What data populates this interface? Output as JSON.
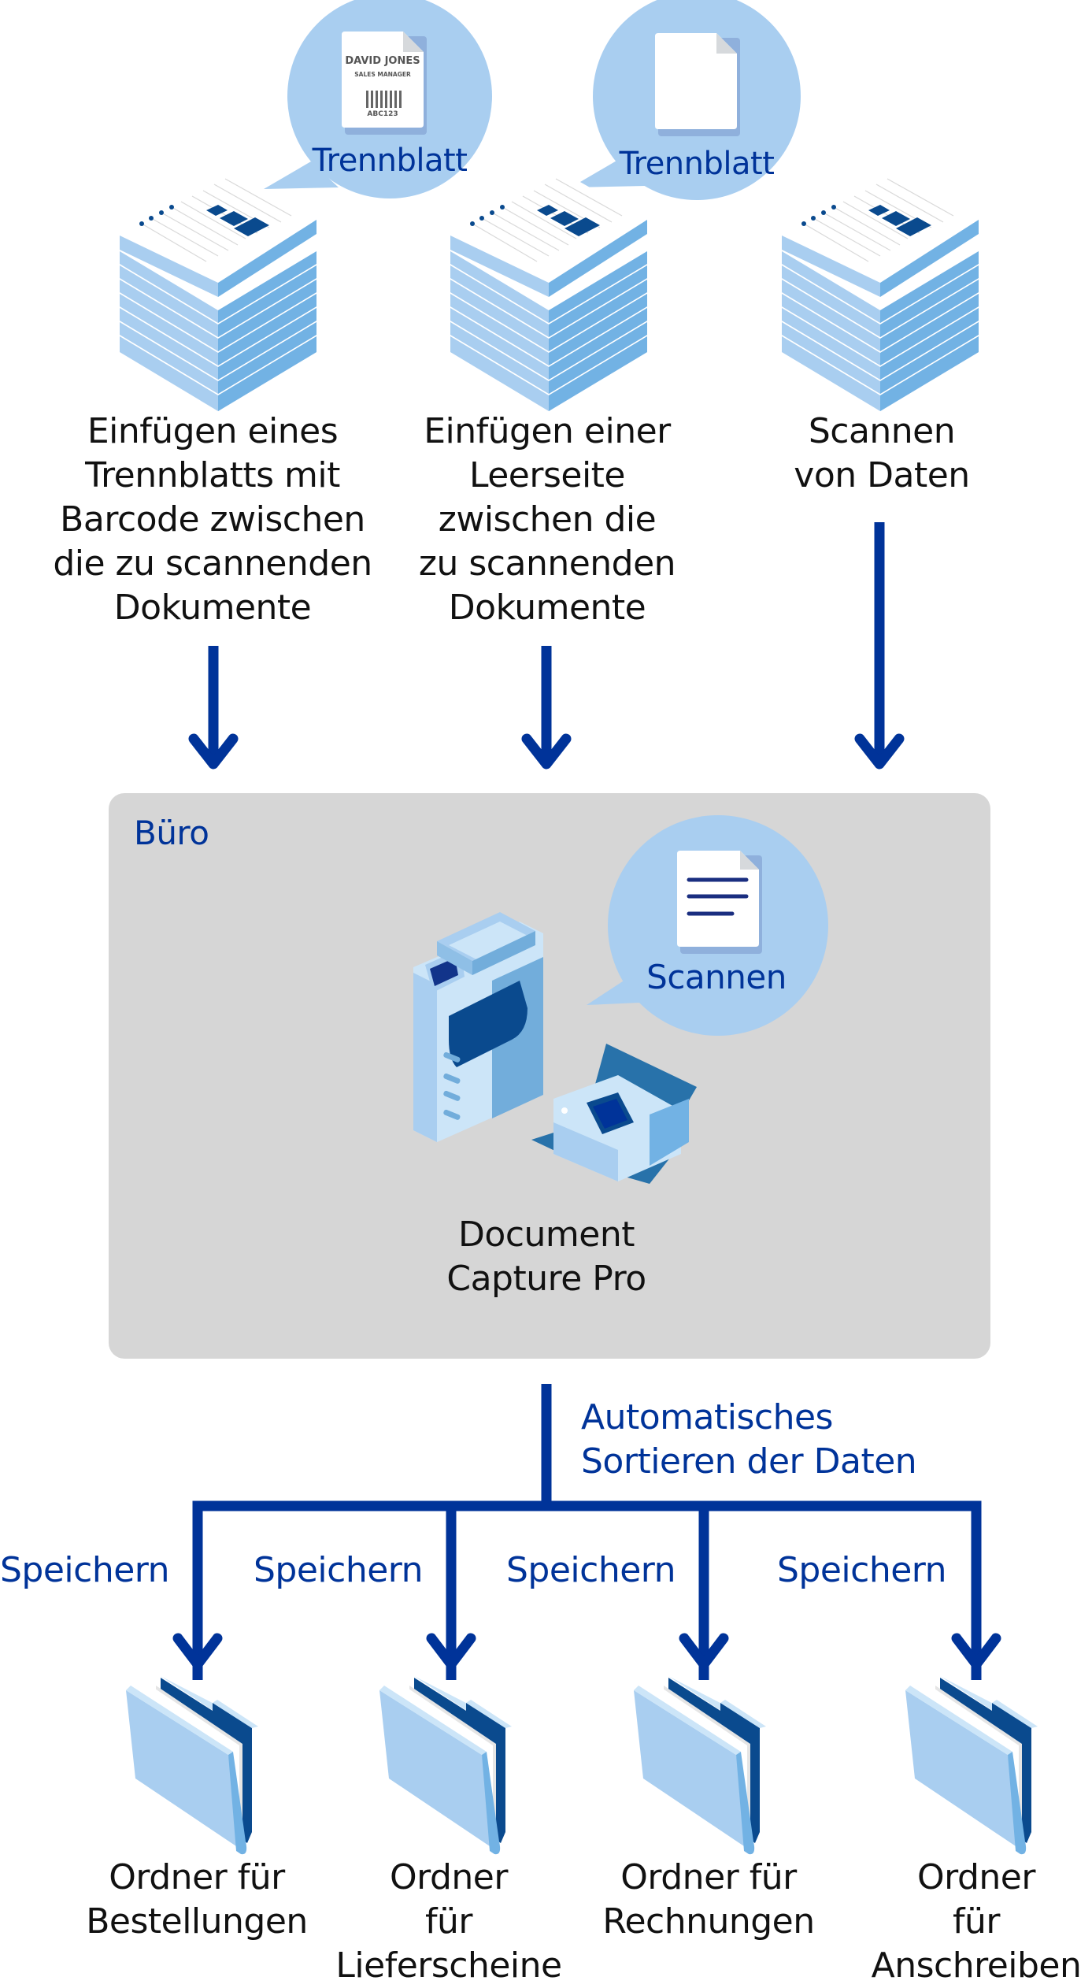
{
  "colors": {
    "primary_blue": "#003399",
    "dark_blue": "#0a4a8e",
    "light_blue": "#a9cef0",
    "mid_blue": "#72b2e4",
    "pale_blue": "#cce5f8",
    "office_bg": "#d6d6d6",
    "text_black": "#111111"
  },
  "inputs": [
    {
      "id": "barcode-sheet",
      "bubble_label": "Trennblatt",
      "sheet": {
        "name": "DAVID JONES",
        "title": "SALES MANAGER",
        "code": "ABC123"
      },
      "description_lines": [
        "Einfügen eines",
        "Trennblatts mit",
        "Barcode zwischen",
        "die zu scannenden",
        "Dokumente"
      ]
    },
    {
      "id": "blank-sheet",
      "bubble_label": "Trennblatt",
      "description_lines": [
        "Einfügen einer",
        "Leerseite",
        "zwischen die",
        "zu scannenden",
        "Dokumente"
      ]
    },
    {
      "id": "scan-data",
      "description_lines": [
        "Scannen",
        "von Daten"
      ]
    }
  ],
  "office": {
    "title": "Büro",
    "bubble_label": "Scannen",
    "software_lines": [
      "Document",
      "Capture Pro"
    ]
  },
  "sorting": {
    "label_lines": [
      "Automatisches",
      "Sortieren der Daten"
    ]
  },
  "outputs": [
    {
      "action": "Speichern",
      "folder_lines": [
        "Ordner für",
        "Bestellungen"
      ]
    },
    {
      "action": "Speichern",
      "folder_lines": [
        "Ordner",
        "für",
        "Lieferscheine"
      ]
    },
    {
      "action": "Speichern",
      "folder_lines": [
        "Ordner für",
        "Rechnungen"
      ]
    },
    {
      "action": "Speichern",
      "folder_lines": [
        "Ordner",
        "für",
        "Anschreiben"
      ]
    }
  ]
}
